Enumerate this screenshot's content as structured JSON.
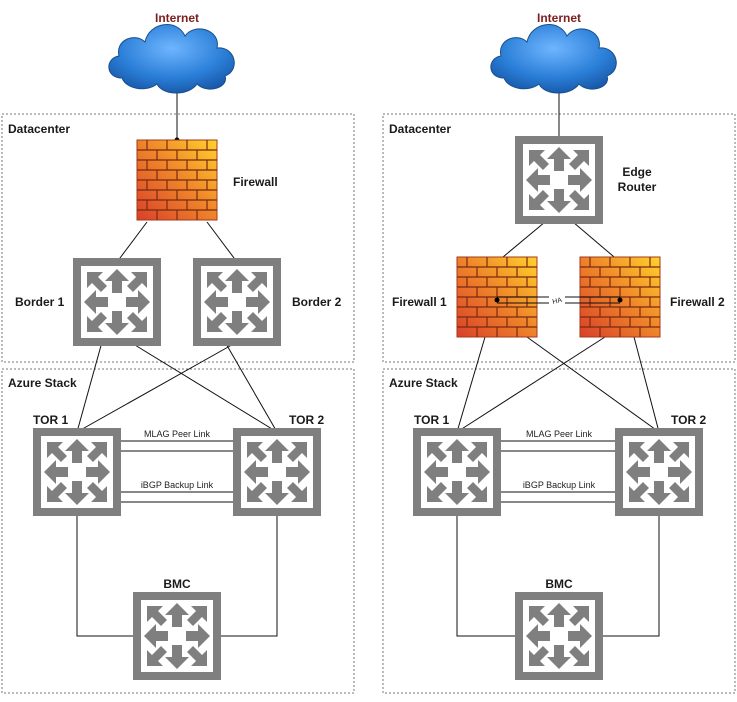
{
  "left": {
    "internet_label": "Internet",
    "datacenter_label": "Datacenter",
    "firewall_label": "Firewall",
    "border1_label": "Border 1",
    "border2_label": "Border 2",
    "azure_stack_label": "Azure Stack",
    "tor1_label": "TOR 1",
    "tor2_label": "TOR 2",
    "mlag_label": "MLAG Peer Link",
    "ibgp_label": "iBGP Backup Link",
    "bmc_label": "BMC"
  },
  "right": {
    "internet_label": "Internet",
    "datacenter_label": "Datacenter",
    "edge_router_line1": "Edge",
    "edge_router_line2": "Router",
    "firewall1_label": "Firewall 1",
    "firewall2_label": "Firewall 2",
    "ha_label": "HA",
    "azure_stack_label": "Azure Stack",
    "tor1_label": "TOR 1",
    "tor2_label": "TOR 2",
    "mlag_label": "MLAG Peer Link",
    "ibgp_label": "iBGP Backup Link",
    "bmc_label": "BMC"
  },
  "colors": {
    "cloud_fill": "#1f6fc5",
    "switch_gray": "#808080",
    "firewall_orange": "#e8732a",
    "firewall_yellow": "#ffd02a",
    "internet_text": "#7b1f1f"
  }
}
